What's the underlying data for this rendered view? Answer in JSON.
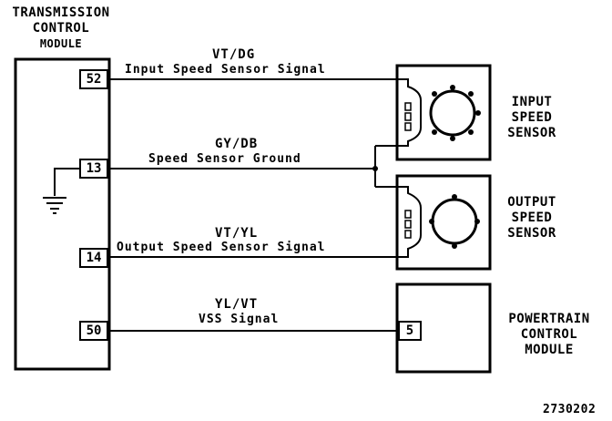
{
  "tcm": {
    "title_lines": [
      "TRANSMISSION",
      "CONTROL",
      "MODULE"
    ]
  },
  "pins": {
    "p52": "52",
    "p13": "13",
    "p14": "14",
    "p50": "50"
  },
  "wires": {
    "input_speed": {
      "color": "VT/DG",
      "desc": "Input Speed Sensor Signal"
    },
    "ground": {
      "color": "GY/DB",
      "desc": "Speed Sensor Ground"
    },
    "output_speed": {
      "color": "VT/YL",
      "desc": "Output Speed Sensor Signal"
    },
    "vss": {
      "color": "YL/VT",
      "desc": "VSS Signal"
    }
  },
  "components": {
    "input_sensor": [
      "INPUT",
      "SPEED",
      "SENSOR"
    ],
    "output_sensor": [
      "OUTPUT",
      "SPEED",
      "SENSOR"
    ],
    "pcm": [
      "POWERTRAIN",
      "CONTROL",
      "MODULE"
    ],
    "pcm_pin": "5"
  },
  "figure_id": "2730202"
}
